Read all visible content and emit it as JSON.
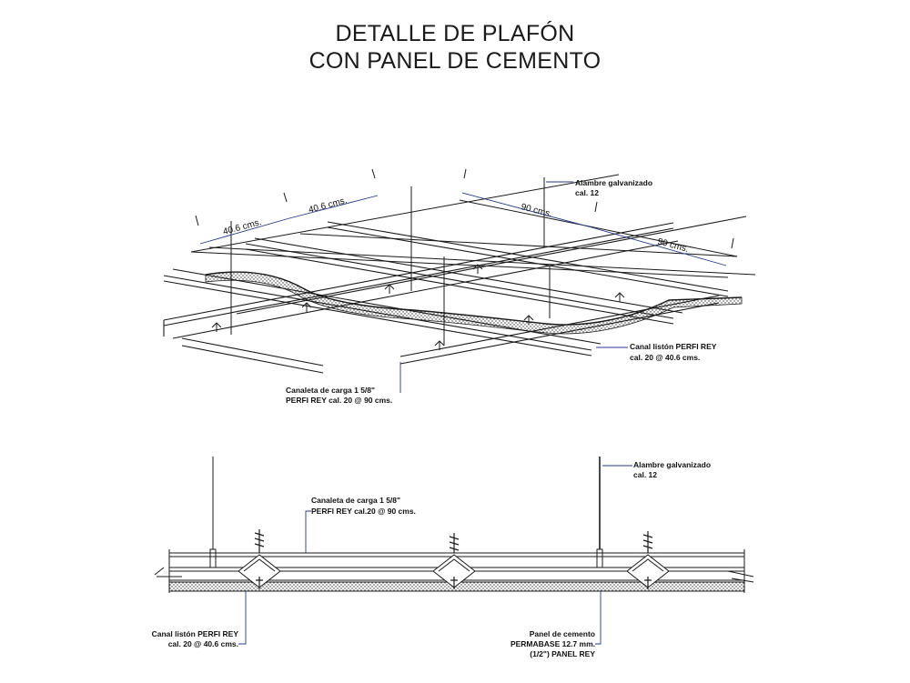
{
  "title": {
    "line1": "DETALLE DE PLAFÓN",
    "line2": "CON PANEL DE CEMENTO"
  },
  "iso": {
    "dimensions": [
      "40.6 cms.",
      "40.6 cms.",
      "90 cms.",
      "90 cms."
    ],
    "labels": {
      "wire_1": "Alambre galvanizado",
      "wire_2": "cal. 12",
      "liston_1": "Canal listón PERFI REY",
      "liston_2": "cal. 20 @ 40.6 cms.",
      "carga_1": "Canaleta de carga  1 5/8\"",
      "carga_2": "PERFI REY cal. 20 @ 90 cms."
    }
  },
  "section": {
    "labels": {
      "wire_1": "Alambre galvanizado",
      "wire_2": "cal. 12",
      "carga_1": "Canaleta de carga 1 5/8\"",
      "carga_2": "PERFI REY cal.20 @ 90 cms.",
      "liston_1": "Canal listón PERFI REY",
      "liston_2": "cal. 20 @ 40.6 cms.",
      "panel_1": "Panel de cemento",
      "panel_2": "PERMABASE 12.7 mm.",
      "panel_3": "(1/2\") PANEL REY"
    }
  },
  "colors": {
    "line": "#1a1a1a",
    "leader": "#223a8c"
  }
}
